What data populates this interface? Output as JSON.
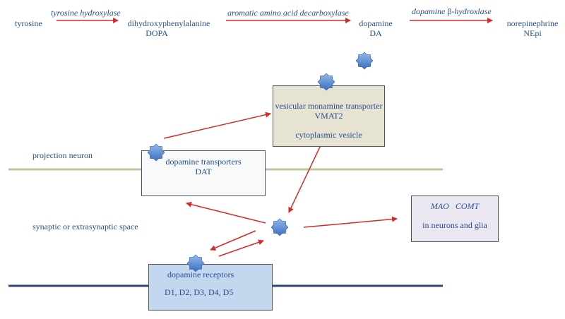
{
  "pathway": {
    "tyrosine": "tyrosine",
    "enzyme1": "tyrosine hydroxylase",
    "dopa_name": "dihydroxyphenylalanine",
    "dopa_abbr": "DOPA",
    "enzyme2": "aromatic amino acid decarboxylase",
    "dopamine_name": "dopamine",
    "dopamine_abbr": "DA",
    "enzyme3_prefix": "dopamine ",
    "enzyme3_beta": "β",
    "enzyme3_suffix": "-hydroxlase",
    "nepi_name": "norepinephrine",
    "nepi_abbr": "NEpi"
  },
  "vesicle_box": {
    "line1": "vesicular monamine transporter",
    "line2": "VMAT2",
    "line3": "cytoplasmic vesicle"
  },
  "dat_box": {
    "line1": "dopamine transporters",
    "line2": "DAT"
  },
  "receptor_box": {
    "line1": "dopamine receptors",
    "line2": "D1, D2, D3, D4, D5"
  },
  "enzyme_box": {
    "line1": "MAO   COMT",
    "line2": "in neurons and glia"
  },
  "labels": {
    "projection_neuron": "projection neuron",
    "synaptic_space": "synaptic or extrasynaptic space"
  },
  "colors": {
    "arrow": "#d42b2b",
    "text": "#27508f",
    "star": "#5b8fd6",
    "green_membrane": "#b7c89b",
    "blue_membrane": "#2c4a77"
  }
}
